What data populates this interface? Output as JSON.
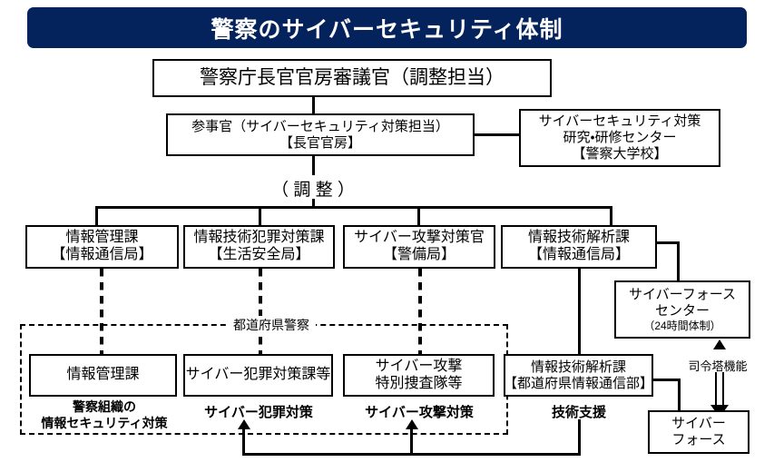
{
  "title": "警察のサイバーセキュリティ体制",
  "theme": {
    "banner_bg": "#04235c",
    "banner_text": "#ffffff",
    "line": "#000000",
    "page_bg": "#ffffff"
  },
  "nodes": {
    "commissioner": {
      "lines": [
        "警察庁長官官房審議官（調整担当）"
      ]
    },
    "councillor": {
      "lines": [
        "参事官（サイバーセキュリティ対策担当）",
        "【長官官房】"
      ]
    },
    "research_center": {
      "lines": [
        "サイバーセキュリティ対策",
        "研究・研修センター",
        "【警察大学校】"
      ]
    },
    "coordination_label": "（ 調 整 ）",
    "national": [
      {
        "id": "info-management",
        "lines": [
          "情報管理課",
          "【情報通信局】"
        ]
      },
      {
        "id": "it-crime",
        "lines": [
          "情報技術犯罪対策課",
          "【生活安全局】"
        ]
      },
      {
        "id": "cyber-attack-officer",
        "lines": [
          "サイバー攻撃対策官",
          "【警備局】"
        ]
      },
      {
        "id": "it-analysis",
        "lines": [
          "情報技術解析課",
          "【情報通信局】"
        ]
      }
    ],
    "cyber_force_center": {
      "lines": [
        "サイバーフォース",
        "センター"
      ],
      "sub": "（24時間体制）"
    },
    "prefectural_region_label": "都道府県警察",
    "prefectural": [
      {
        "id": "pref-info-management",
        "lines": [
          "情報管理課"
        ]
      },
      {
        "id": "pref-cyber-crime",
        "lines": [
          "サイバー犯罪対策課等"
        ]
      },
      {
        "id": "pref-cyber-attack",
        "lines": [
          "サイバー攻撃",
          "特別捜査隊等"
        ]
      },
      {
        "id": "pref-it-analysis",
        "lines": [
          "情報技術解析課",
          "【都道府県情報通信部】"
        ]
      }
    ],
    "cyber_force": {
      "lines": [
        "サイバー",
        "フォース"
      ]
    }
  },
  "captions": {
    "security_measures": [
      "警察組織の",
      "情報セキュリティ対策"
    ],
    "cyber_crime_measures": "サイバー犯罪対策",
    "cyber_attack_measures": "サイバー攻撃対策",
    "technical_support": "技術支援",
    "command_function": "司令塔機能"
  }
}
